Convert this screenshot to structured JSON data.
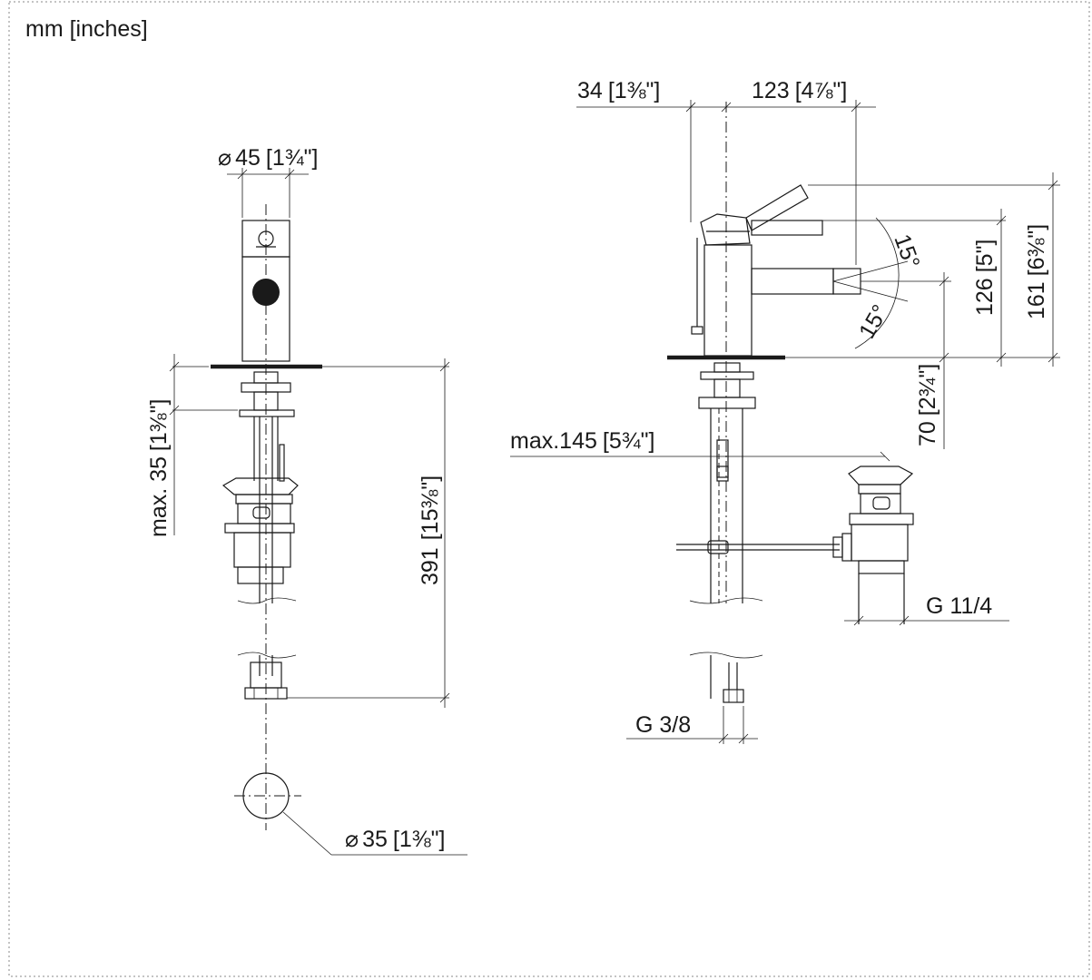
{
  "units_label": "mm [inches]",
  "dims": {
    "spout_diameter": {
      "symbol": "⌀",
      "mm": "45",
      "in": "1¾\""
    },
    "max_thickness": {
      "mm": "max. 35",
      "in": "1⅜\""
    },
    "overall_height": {
      "mm": "391",
      "in": "15⅜\""
    },
    "hole_diameter": {
      "symbol": "⌀",
      "mm": "35",
      "in": "1⅜\""
    },
    "offset_34": {
      "mm": "34",
      "in": "1⅜\""
    },
    "reach_123": {
      "mm": "123",
      "in": "4⅞\""
    },
    "height_126": {
      "mm": "126",
      "in": "5\""
    },
    "height_161": {
      "mm": "161",
      "in": "6⅜\""
    },
    "height_70": {
      "mm": "70",
      "in": "2¾\""
    },
    "max_145": {
      "mm": "max.145",
      "in": "5¾\""
    },
    "angle_up": "15°",
    "angle_down": "15°",
    "thread_waste": "G 11/4",
    "thread_supply": "G 3/8"
  }
}
